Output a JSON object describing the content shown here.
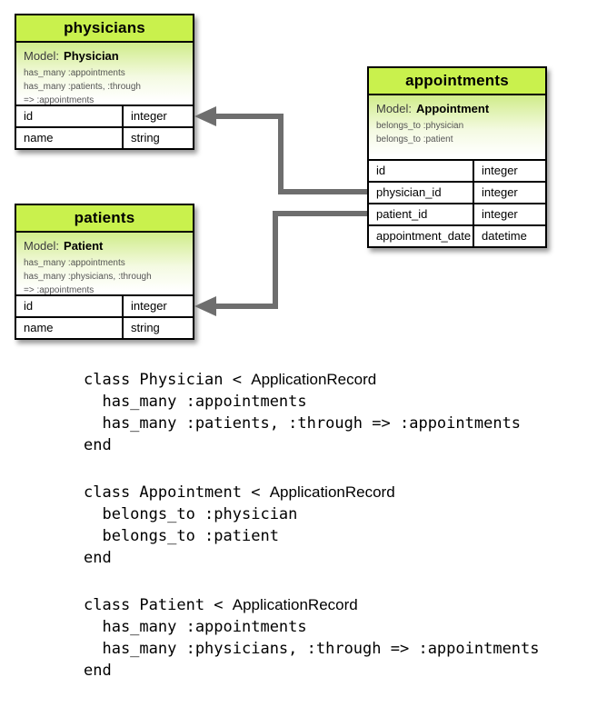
{
  "diagram": {
    "tables": [
      {
        "title": "physicians",
        "model_label": "Model:",
        "model_name": "Physician",
        "associations": [
          "has_many :appointments",
          "has_many :patients, :through",
          "=> :appointments"
        ],
        "columns": [
          {
            "name": "id",
            "type": "integer"
          },
          {
            "name": "name",
            "type": "string"
          }
        ]
      },
      {
        "title": "appointments",
        "model_label": "Model:",
        "model_name": "Appointment",
        "associations": [
          "belongs_to :physician",
          "belongs_to :patient"
        ],
        "columns": [
          {
            "name": "id",
            "type": "integer"
          },
          {
            "name": "physician_id",
            "type": "integer"
          },
          {
            "name": "patient_id",
            "type": "integer"
          },
          {
            "name": "appointment_date",
            "type": "datetime"
          }
        ]
      },
      {
        "title": "patients",
        "model_label": "Model:",
        "model_name": "Patient",
        "associations": [
          "has_many :appointments",
          "has_many :physicians, :through",
          "=> :appointments"
        ],
        "columns": [
          {
            "name": "id",
            "type": "integer"
          },
          {
            "name": "name",
            "type": "string"
          }
        ]
      }
    ],
    "connectors": [
      {
        "from": "appointments.physician_id",
        "to": "physicians.id"
      },
      {
        "from": "appointments.patient_id",
        "to": "patients.id"
      }
    ],
    "colors": {
      "header_green": "#c9f14d",
      "section_gradient_top": "#d0ec8a",
      "border_black": "#000000",
      "arrow_gray": "#6e6e6e",
      "association_text_gray": "#555555"
    }
  },
  "code": {
    "blocks": [
      {
        "class_line_prefix": "class Physician < ",
        "class_line_superclass": "ApplicationRecord",
        "body_lines": [
          "  has_many :appointments",
          "  has_many :patients, :through => :appointments"
        ],
        "end_keyword": "end"
      },
      {
        "class_line_prefix": "class Appointment < ",
        "class_line_superclass": "ApplicationRecord",
        "body_lines": [
          "  belongs_to :physician",
          "  belongs_to :patient"
        ],
        "end_keyword": "end"
      },
      {
        "class_line_prefix": "class Patient < ",
        "class_line_superclass": "ApplicationRecord",
        "body_lines": [
          "  has_many :appointments",
          "  has_many :physicians, :through => :appointments"
        ],
        "end_keyword": "end"
      }
    ]
  }
}
